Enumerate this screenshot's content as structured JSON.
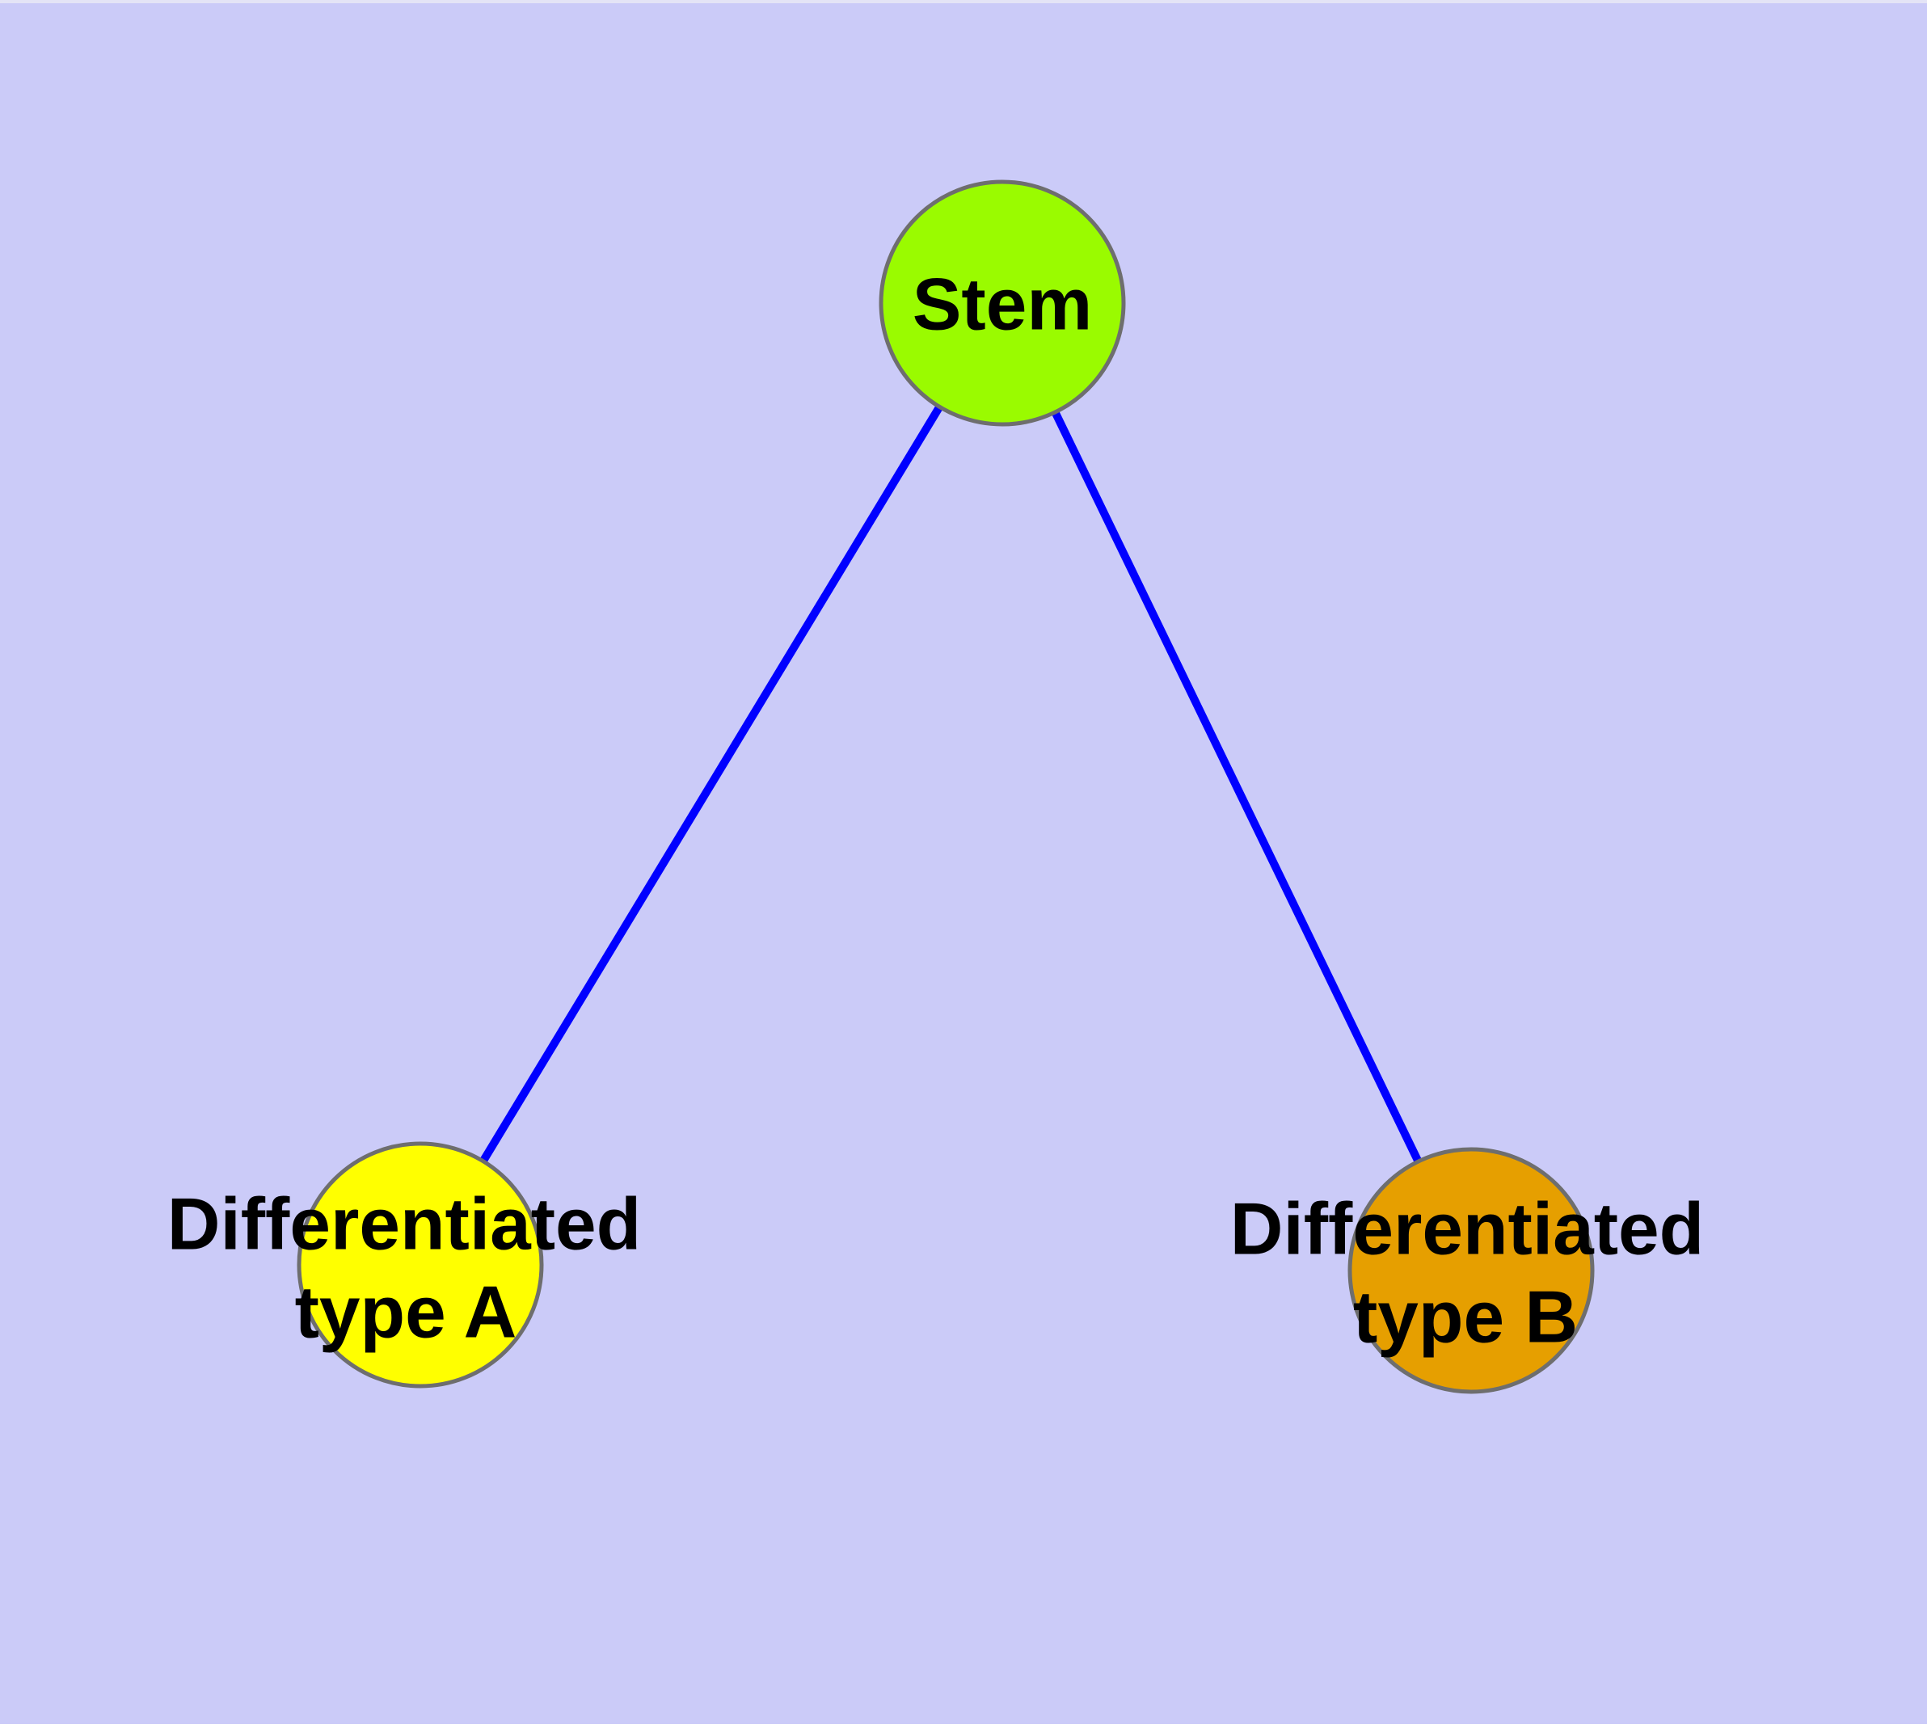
{
  "diagram": {
    "type": "node-link-graph",
    "colors": {
      "background": "#CBCBF8",
      "edge": "#0000FF",
      "node_border": "#6E6E6E",
      "label": "#000000",
      "top_strip": "#E4E4F6",
      "bottom_strip": "#FFFFFF"
    },
    "nodes": [
      {
        "id": "stem",
        "label": "Stem",
        "fill": "#9AFB00"
      },
      {
        "id": "differentiated-type-a",
        "label_line1": "Differentiated",
        "label_line2": "type A",
        "fill": "#FFFF00"
      },
      {
        "id": "differentiated-type-b",
        "label_line1": "Differentiated",
        "label_line2": "type B",
        "fill": "#E69F00"
      }
    ],
    "edges": [
      {
        "from": "Stem",
        "to": "Differentiated type A"
      },
      {
        "from": "Stem",
        "to": "Differentiated type B"
      }
    ]
  }
}
